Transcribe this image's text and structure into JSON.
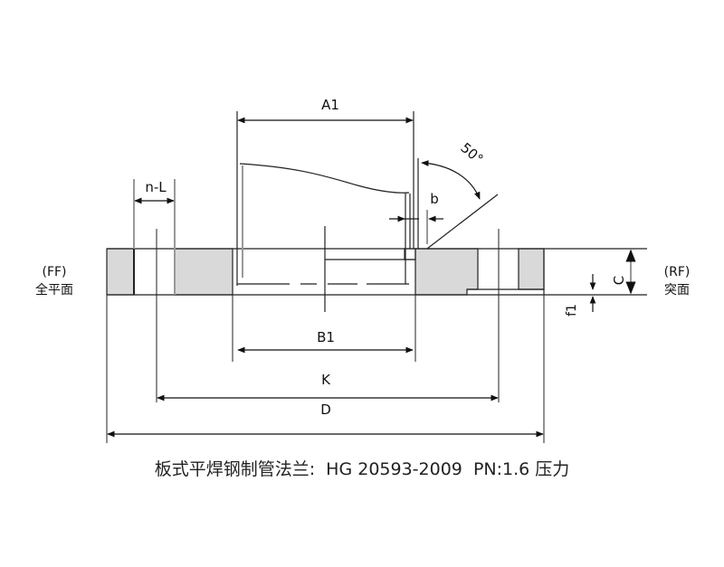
{
  "labels": {
    "a1": "A1",
    "angle": "50°",
    "b": "b",
    "nl": "n-L",
    "b1": "B1",
    "k": "K",
    "d": "D",
    "c": "C",
    "f1": "f1",
    "ff_code": "(FF)",
    "ff_name": "全平面",
    "rf_code": "(RF)",
    "rf_name": "突面"
  },
  "caption": "板式平焊钢制管法兰:  HG 20593-2009  PN:1.6 压力",
  "colors": {
    "fill": "#d9d9d9",
    "line": "#222222",
    "ext": "#999999"
  }
}
